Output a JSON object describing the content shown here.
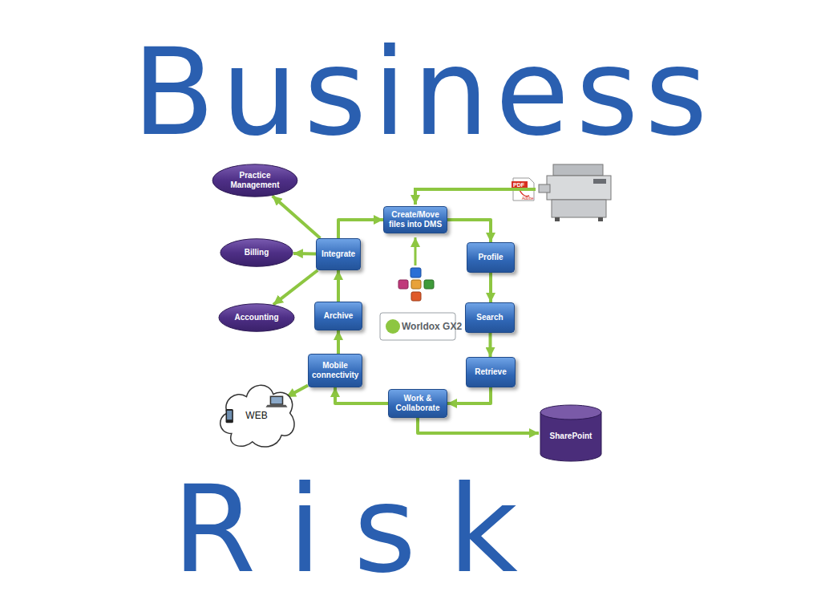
{
  "diagram": {
    "nodes": [
      {
        "text": [
          "Practice Management"
        ]
      },
      {
        "text": [
          "Create/Move files into DMS"
        ]
      },
      {
        "text": [
          "Billing"
        ]
      },
      {
        "text": [
          "Integrate"
        ]
      },
      {
        "text": [
          "Profile"
        ]
      },
      {
        "text": [
          "Accounting"
        ]
      },
      {
        "text": [
          "Archive"
        ]
      },
      {
        "text": [
          "Search"
        ]
      },
      {
        "text": [
          "Mobile connectivity"
        ]
      },
      {
        "text": [
          "Retrieve"
        ]
      },
      {
        "text": [
          "WEB"
        ]
      },
      {
        "text": [
          "Work & Collaborate"
        ]
      },
      {
        "text": [
          "SharePoint"
        ]
      }
    ],
    "edges": [
      {
        "from": 1,
        "to": 4,
        "arrow": "to"
      },
      {
        "from": 4,
        "to": 7,
        "arrow": "to"
      },
      {
        "from": 7,
        "to": 9,
        "arrow": "to"
      },
      {
        "from": 9,
        "to": 11,
        "arrow": "to"
      },
      {
        "from": 11,
        "to": 8,
        "arrow": "to"
      },
      {
        "from": 8,
        "to": 6,
        "arrow": "to"
      },
      {
        "from": 6,
        "to": 3,
        "arrow": "to"
      },
      {
        "from": 3,
        "to": 1,
        "arrow": "to"
      },
      {
        "from": 3,
        "to": 0,
        "arrow": "to"
      },
      {
        "from": 3,
        "to": 2,
        "arrow": "to"
      },
      {
        "from": 3,
        "to": 5,
        "arrow": "to"
      },
      {
        "from": 8,
        "to": 10,
        "arrow": "to"
      },
      {
        "from": 11,
        "to": 12,
        "arrow": "to"
      }
    ],
    "labels": [
      "Business",
      "Risk",
      "Worldox GX2",
      "PDF",
      "Adobe"
    ]
  }
}
